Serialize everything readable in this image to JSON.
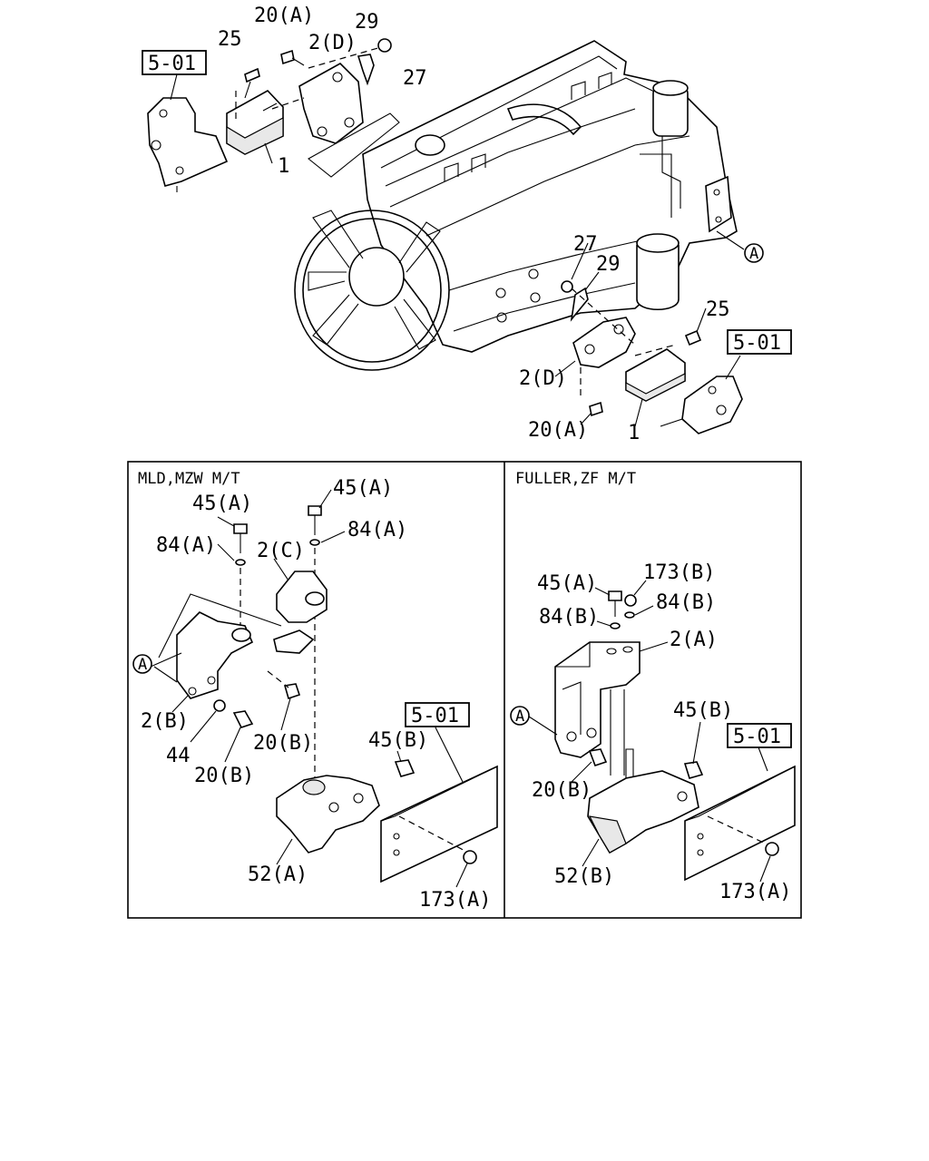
{
  "top_labels": {
    "l_20a_top": "20(A)",
    "l_25_top": "25",
    "l_2d_top": "2(D)",
    "l_29_top": "29",
    "l_27_top": "27",
    "l_1_top": "1",
    "ref_501_top": "5-01",
    "l_27_mid": "27",
    "l_29_mid": "29",
    "l_25_mid": "25",
    "ref_501_mid": "5-01",
    "l_2d_mid": "2(D)",
    "l_20a_mid": "20(A)",
    "l_1_mid": "1",
    "circle_a_top": "A"
  },
  "left_panel": {
    "title": "MLD,MZW M/T",
    "l_45a_1": "45(A)",
    "l_45a_2": "45(A)",
    "l_84a_1": "84(A)",
    "l_84a_2": "84(A)",
    "l_2c": "2(C)",
    "circle_a": "A",
    "l_2b": "2(B)",
    "l_44": "44",
    "l_20b_1": "20(B)",
    "l_20b_2": "20(B)",
    "ref_501": "5-01",
    "l_45b": "45(B)",
    "l_52a": "52(A)",
    "l_173a": "173(A)"
  },
  "right_panel": {
    "title": "FULLER,ZF M/T",
    "l_45a": "45(A)",
    "l_173b": "173(B)",
    "l_84b_1": "84(B)",
    "l_84b_2": "84(B)",
    "l_2a": "2(A)",
    "circle_a": "A",
    "l_45b": "45(B)",
    "ref_501": "5-01",
    "l_20b": "20(B)",
    "l_52b": "52(B)",
    "l_173a": "173(A)"
  }
}
